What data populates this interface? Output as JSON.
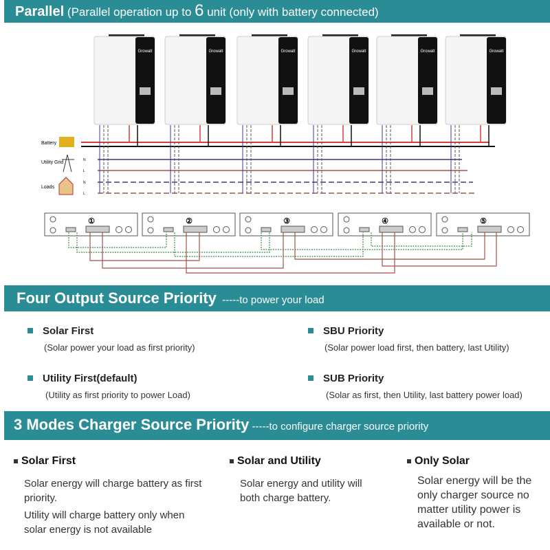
{
  "header": {
    "title": "Parallel",
    "subtitle_pre": "(Parallel operation up to ",
    "subtitle_num": "6",
    "subtitle_post": " unit (only with battery connected)"
  },
  "diagram": {
    "brand": "Growatt",
    "labels": {
      "battery": "Battery",
      "utility": "Utility Grid",
      "loads": "Loads",
      "n": "N",
      "l": "L"
    },
    "unit_count": 6,
    "ports": [
      "①",
      "②",
      "③",
      "④",
      "⑤"
    ],
    "colors": {
      "red": "#d83a3a",
      "black": "#111111",
      "blue": "#3a3a8a",
      "green": "#3a8a4a",
      "brown": "#a0524a"
    }
  },
  "output_priority": {
    "title": "Four Output Source Priority",
    "subtitle": "-----to power your load",
    "items": [
      {
        "title": "Solar First",
        "desc": "(Solar power your load as first priority)"
      },
      {
        "title": "SBU Priority",
        "desc": "(Solar power load first, then battery, last Utility)"
      },
      {
        "title": "Utility First(default)",
        "desc": "(Utility as first priority to power Load)"
      },
      {
        "title": "SUB Priority",
        "desc": "(Solar as first, then Utility, last battery power load)"
      }
    ]
  },
  "charger_priority": {
    "title": "3 Modes Charger Source Priority",
    "subtitle": "-----to configure charger source priority",
    "modes": [
      {
        "title": "Solar First",
        "desc1": "Solar energy will charge battery as first priority.",
        "desc2": "Utility will charge battery only when solar energy is not available"
      },
      {
        "title": "Solar and Utility",
        "desc1": "Solar energy and utility will both charge battery."
      },
      {
        "title": "Only Solar",
        "desc1": "Solar energy will be the only charger source no matter utility power is available or not."
      }
    ]
  }
}
